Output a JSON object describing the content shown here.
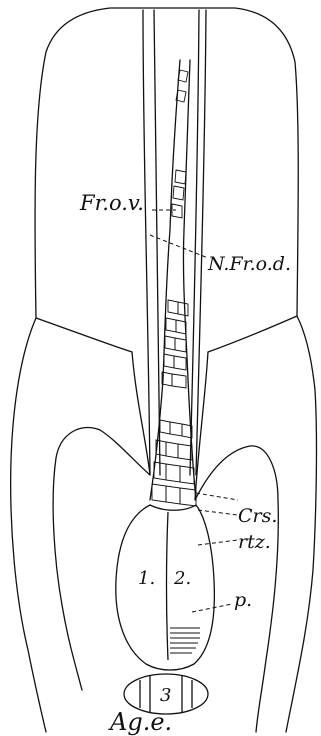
{
  "figure": {
    "labels": {
      "fr_ov": "Fr.o.v.",
      "n_fr_od": "N.Fr.o.d.",
      "crs": "Crs.",
      "rtz": "rtz.",
      "p": "p.",
      "age": "Ag.e.",
      "cell_1": "1.",
      "cell_2": "2.",
      "cell_3": "3"
    },
    "colors": {
      "ink": "#111111",
      "paper": "#ffffff"
    }
  }
}
